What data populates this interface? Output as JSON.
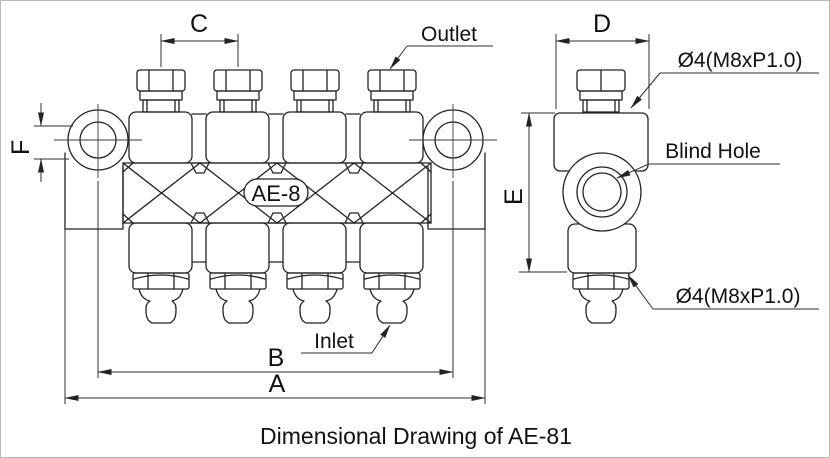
{
  "drawing": {
    "caption": "Dimensional Drawing of AE-81",
    "part_badge": "AE-8",
    "dim_labels": {
      "A": "A",
      "B": "B",
      "C": "C",
      "D": "D",
      "E": "E",
      "F": "F"
    },
    "callouts": {
      "outlet": "Outlet",
      "inlet": "Inlet",
      "blind_hole": "Blind Hole",
      "outlet_thread": "Ø4(M8xP1.0)",
      "inlet_thread": "Ø4(M8xP1.0)"
    },
    "colors": {
      "line": "#232323",
      "text": "#111111",
      "background": "#ffffff"
    }
  }
}
